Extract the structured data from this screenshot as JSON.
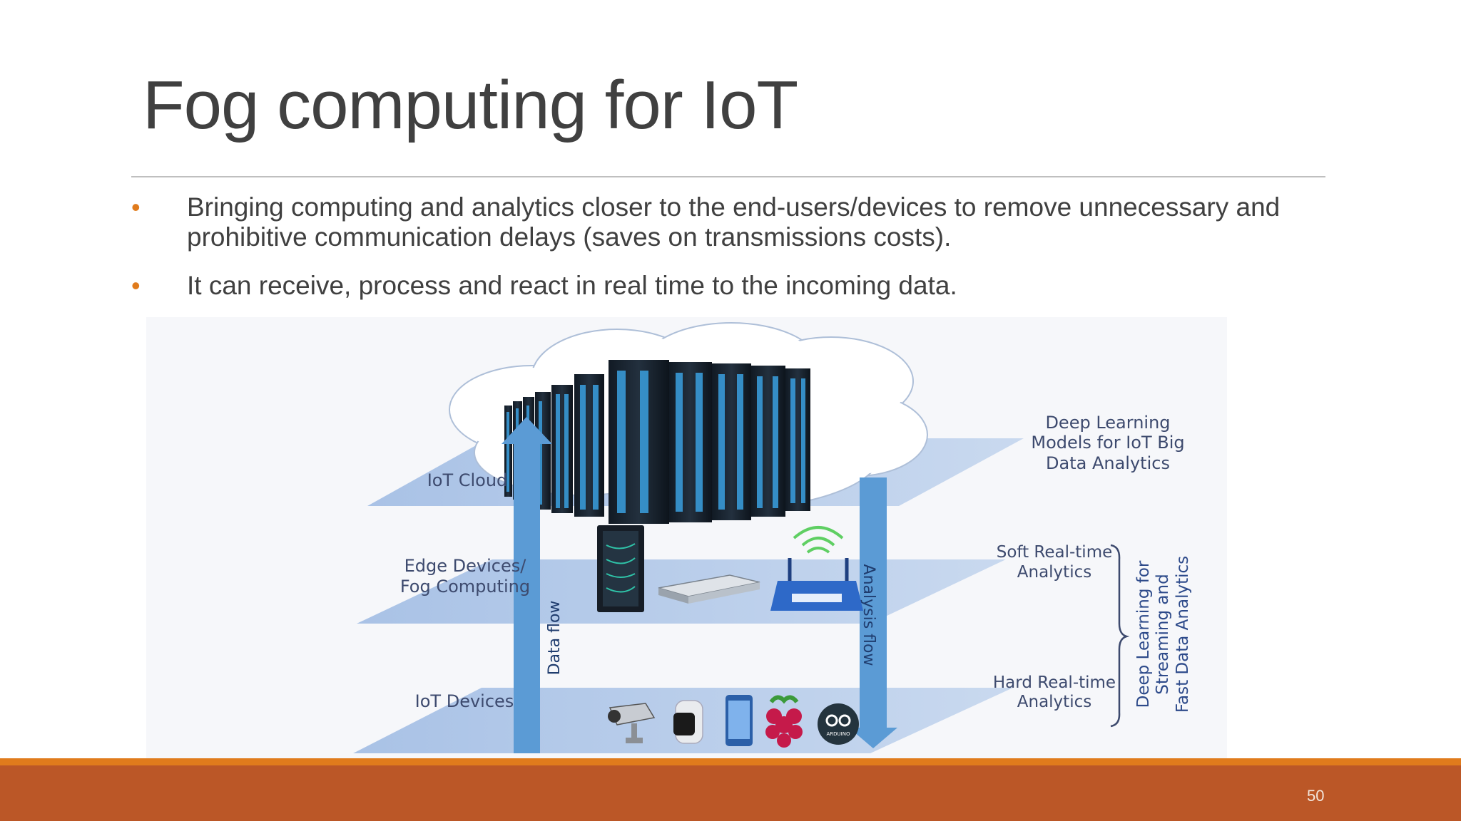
{
  "slide": {
    "title": "Fog computing for IoT",
    "page_number": "50",
    "bullets": [
      "Bringing computing and analytics closer to the end-users/devices to remove unnecessary and prohibitive communication delays  (saves on transmissions costs).",
      "It can receive, process and react in real time to the incoming data."
    ]
  },
  "diagram": {
    "layers": {
      "cloud": "IoT Cloud",
      "edge_line1": "Edge Devices/",
      "edge_line2": "Fog Computing",
      "devices": "IoT Devices"
    },
    "flows": {
      "data": "Data flow",
      "analysis": "Analysis flow"
    },
    "right_labels": {
      "deep_line1": "Deep Learning",
      "deep_line2": "Models for IoT Big",
      "deep_line3": "Data Analytics",
      "soft_line1": "Soft Real-time",
      "soft_line2": "Analytics",
      "hard_line1": "Hard Real-time",
      "hard_line2": "Analytics",
      "brace_line1": "Deep Learning for",
      "brace_line2": "Streaming and",
      "brace_line3": "Fast Data Analytics"
    },
    "icons": [
      "server-rack-icon",
      "rack-server-icon",
      "wifi-router-icon",
      "cctv-camera-icon",
      "smartwatch-icon",
      "smartphone-icon",
      "raspberry-pi-icon",
      "arduino-icon"
    ],
    "arduino_text": "ARDUINO"
  },
  "colors": {
    "accent_orange": "#e07b1c",
    "footer_brown": "#bb5727",
    "plane_blue": "#b8cde8",
    "arrow_blue": "#5b9bd5",
    "label_navy": "#3d4a6e"
  }
}
